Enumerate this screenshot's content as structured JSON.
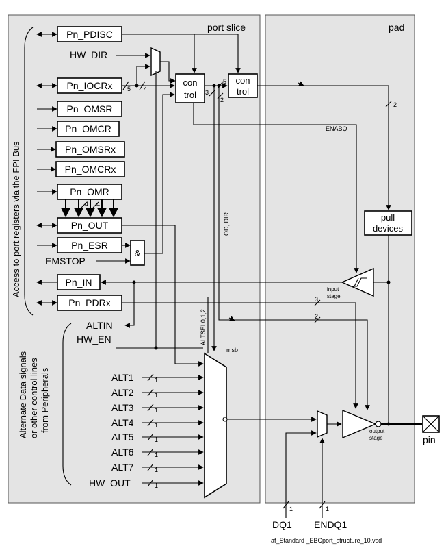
{
  "regions": {
    "port_slice": "port slice",
    "pad": "pad"
  },
  "registers": {
    "pdisc": "Pn_PDISC",
    "iocr": "Pn_IOCRx",
    "omsr": "Pn_OMSR",
    "omcr": "Pn_OMCR",
    "omsrx": "Pn_OMSRx",
    "omcrx": "Pn_OMCRx",
    "omr": "Pn_OMR",
    "out": "Pn_OUT",
    "esr": "Pn_ESR",
    "in": "Pn_IN",
    "pdr": "Pn_PDRx"
  },
  "signals": {
    "hw_dir": "HW_DIR",
    "emstop": "EMSTOP",
    "altin": "ALTIN",
    "hw_en": "HW_EN",
    "enabq": "ENABQ",
    "od_dir": "OD, DIR",
    "altsel": "ALTSEL0,1,2",
    "msb": "msb",
    "dq1": "DQ1",
    "endq1": "ENDQ1",
    "pin": "pin"
  },
  "alt_inputs": [
    "ALT1",
    "ALT2",
    "ALT3",
    "ALT4",
    "ALT5",
    "ALT6",
    "ALT7",
    "HW_OUT"
  ],
  "blocks": {
    "control1_a": "con",
    "control1_b": "trol",
    "control2_a": "con",
    "control2_b": "trol",
    "pull_a": "pull",
    "pull_b": "devices",
    "and_gate": "&",
    "input_stage_a": "input",
    "input_stage_b": "stage",
    "output_stage_a": "output",
    "output_stage_b": "stage"
  },
  "bus_widths": {
    "iocr_5": "5",
    "iocr_4": "4",
    "ctrl2_5": "5",
    "ctrl1_3": "3",
    "ctrl1_2": "2",
    "pull_2": "2",
    "omr_4a": "4",
    "omr_4b": "4",
    "pdr_3": "3",
    "pdr_2": "2",
    "alt_1": "1",
    "dq1_1": "1",
    "endq1_1": "1"
  },
  "side_labels": {
    "fpi": "Access to port registers via the FPI Bus",
    "alt_1": "Alternate Data signals",
    "alt_2": "or other control lines",
    "alt_3": "from Peripherals"
  },
  "footer": "af_Standard _EBCport_structure_10.vsd"
}
